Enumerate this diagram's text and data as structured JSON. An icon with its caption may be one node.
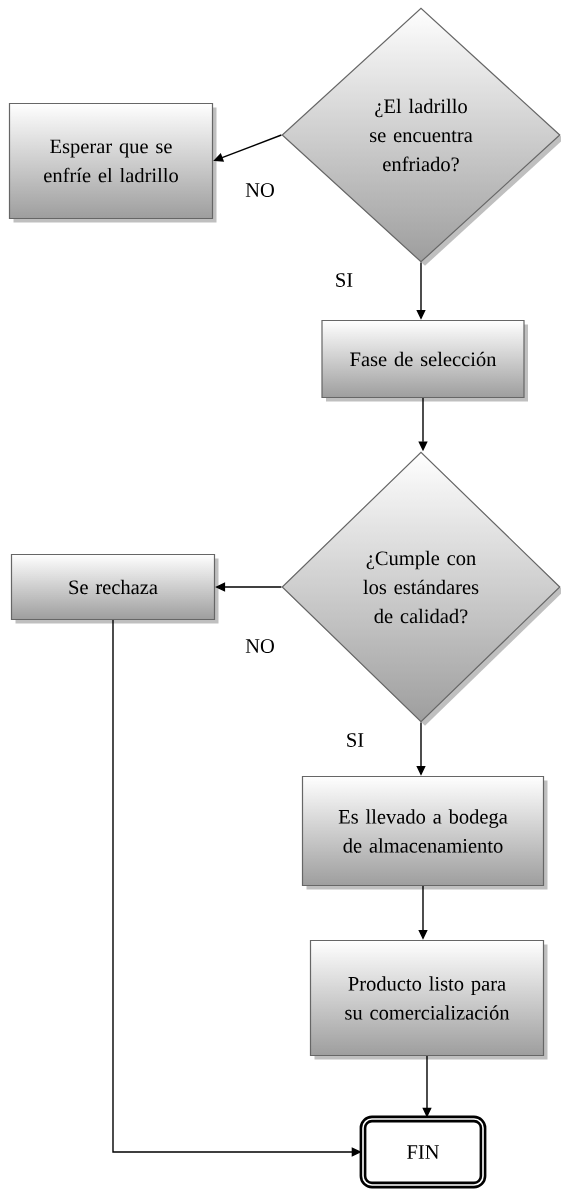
{
  "diagram": {
    "nodes": [
      {
        "text": [
          "¿El ladrillo se encuentra enfriado?"
        ]
      },
      {
        "text": [
          "Esperar que se enfríe el ladrillo"
        ]
      },
      {
        "text": [
          "Fase de selección"
        ]
      },
      {
        "text": [
          "¿Cumple con los estándares de calidad?"
        ]
      },
      {
        "text": [
          "Se rechaza"
        ]
      },
      {
        "text": [
          "Es llevado a bodega de almacenamiento"
        ]
      },
      {
        "text": [
          "Producto listo para su comercialización"
        ]
      },
      {
        "text": [
          "FIN"
        ]
      }
    ],
    "edges": [
      {
        "from": 0,
        "to": 1,
        "arrow": "to",
        "label": "NO"
      },
      {
        "from": 0,
        "to": 2,
        "arrow": "to",
        "label": "SI"
      },
      {
        "from": 2,
        "to": 3,
        "arrow": "to"
      },
      {
        "from": 3,
        "to": 4,
        "arrow": "to",
        "label": "NO"
      },
      {
        "from": 3,
        "to": 5,
        "arrow": "to",
        "label": "SI"
      },
      {
        "from": 5,
        "to": 6,
        "arrow": "to"
      },
      {
        "from": 6,
        "to": 7,
        "arrow": "to"
      },
      {
        "from": 4,
        "to": 7,
        "arrow": "to"
      }
    ]
  }
}
